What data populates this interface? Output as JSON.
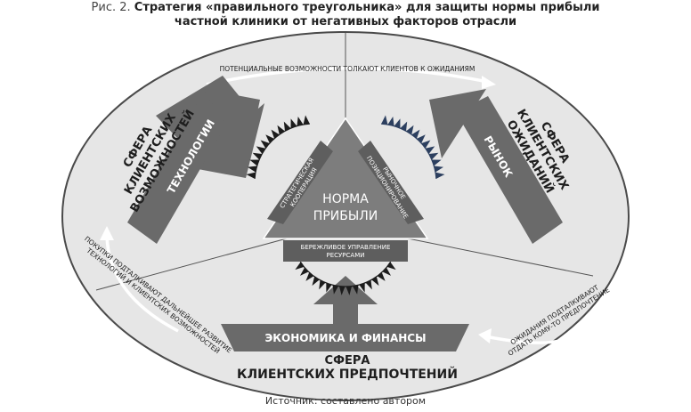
{
  "caption": {
    "prefix": "Рис. 2.",
    "line1": "Стратегия «правильного треугольника» для защиты нормы прибыли",
    "line2": "частной клиники от негативных факторов отрасли"
  },
  "spheres": {
    "possibilities": [
      "СФЕРА",
      "КЛИЕНТСКИХ",
      "ВОЗМОЖНОСТЕЙ"
    ],
    "expectations": [
      "СФЕРА",
      "КЛИЕНТСКИХ",
      "ОЖИДАНИЙ"
    ],
    "preferences": [
      "СФЕРА",
      "КЛИЕНТСКИХ ПРЕДПОЧТЕНИЙ"
    ]
  },
  "arrows": {
    "technologies": "ТЕХНОЛОГИИ",
    "market": "РЫНОК",
    "economics": "ЭКОНОМИКА И ФИНАНСЫ"
  },
  "triangle": {
    "center": [
      "НОРМА",
      "ПРИБЫЛИ"
    ],
    "left_side": [
      "СТРАТЕГИЧЕСКАЯ",
      "КООПЕРАЦИЯ"
    ],
    "right_side": [
      "РЫНОЧНОЕ",
      "ПОЗИЦИОНИРОВАНИЕ"
    ],
    "bottom": [
      "БЕРЕЖЛИВОЕ УПРАВЛЕНИЕ",
      "РЕСУРСАМИ"
    ]
  },
  "cycle_labels": {
    "top": "ПОТЕНЦИАЛЬНЫЕ ВОЗМОЖНОСТИ ТОЛКАЮТ КЛИЕНТОВ К ОЖИДАНИЯМ",
    "bottom_right": [
      "ОЖИДАНИЯ ПОДТАЛКИВАЮТ",
      "ОТДАТЬ КОМУ-ТО ПРЕДПОЧТЕНИЕ"
    ],
    "left": [
      "ПОКУПКИ ПОДТАЛКИВАЮТ ДАЛЬНЕЙШЕЕ РАЗВИТИЕ",
      "ТЕХНОЛОГИЙ И КЛИЕНТСКИХ ВОЗМОЖНОСТЕЙ"
    ]
  },
  "source": "Источник: составлено автором",
  "colors": {
    "ellipse_fill": "#e6e6e6",
    "ellipse_stroke": "#4a4a4a",
    "arrow_fill": "#6a6a6a",
    "triangle_fill": "#7d7d7d",
    "panel_fill": "#5e5e5e",
    "spike_dark": "#1c1c1c",
    "spike_blue": "#2c3f5f"
  }
}
